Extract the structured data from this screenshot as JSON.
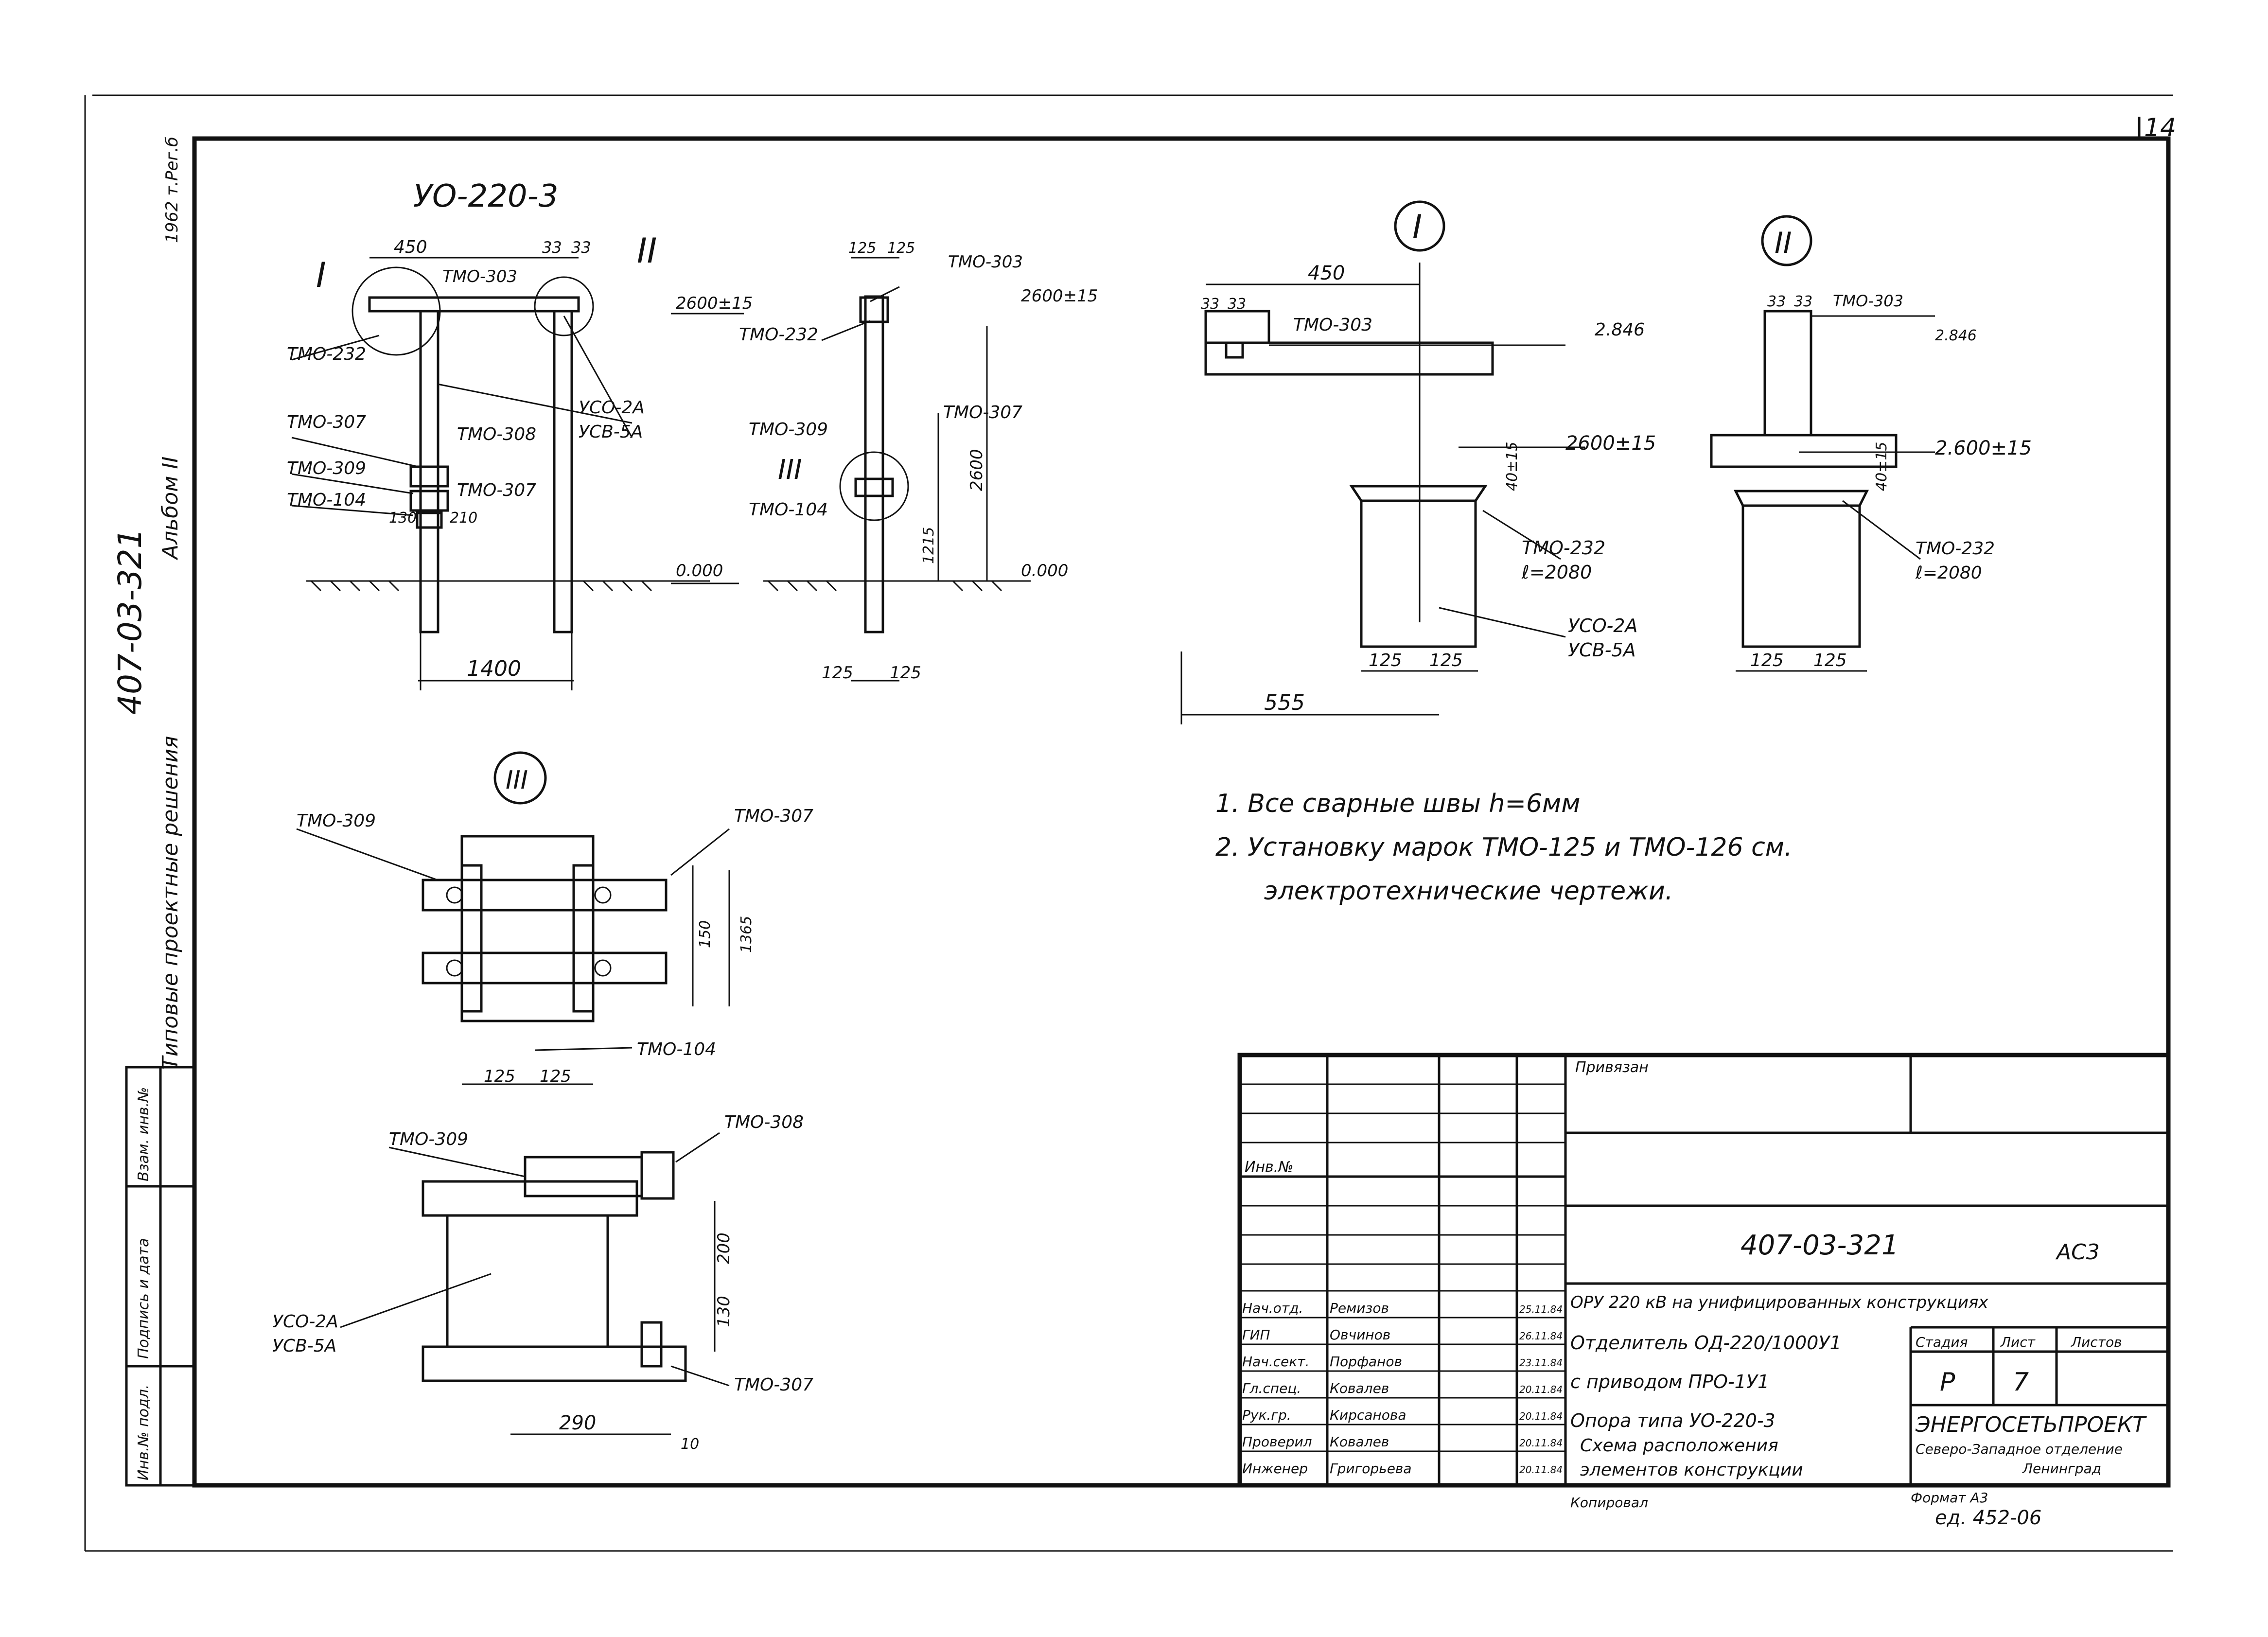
{
  "sheet_number": "14",
  "left_margin": {
    "project_code": "407-03-321",
    "album": "Альбом II",
    "typical": "Типовые проектные решения",
    "year": "1962 т.Рег.б"
  },
  "left_stamp": [
    "Инв.№ подл.",
    "Подпись и дата",
    "Взам. инв.№"
  ],
  "drawing_title": "УО-220-3",
  "main_view": {
    "labels": [
      "I",
      "II",
      "ТМО-303",
      "ТМО-232",
      "ТМО-307",
      "ТМО-309",
      "ТМО-104",
      "ТМО-308",
      "ТМО-307",
      "УСО-2А",
      "УСВ-5А"
    ],
    "dims": [
      "450",
      "33",
      "33",
      "2600±15",
      "130",
      "210",
      "0.000",
      "1400"
    ]
  },
  "side_view": {
    "labels": [
      "ТМО-303",
      "ТМО-232",
      "ТМО-309",
      "ТМО-104",
      "ТМО-307",
      "III"
    ],
    "dims": [
      "125",
      "125",
      "2600±15",
      "2600",
      "1215",
      "0.000",
      "125",
      "125"
    ]
  },
  "detail_I": {
    "marker": "I",
    "labels": [
      "ТМО-303",
      "ТМО-232",
      "ℓ=2080",
      "УСО-2А",
      "УСВ-5А"
    ],
    "dims": [
      "450",
      "33",
      "33",
      "2.846",
      "2600±15",
      "40±15",
      "125",
      "125",
      "555"
    ]
  },
  "detail_II": {
    "marker": "II",
    "labels": [
      "ТМО-303",
      "ТМО-232",
      "ℓ=2080"
    ],
    "dims": [
      "33",
      "33",
      "2.846",
      "2.600±15",
      "40±15",
      "125",
      "125"
    ]
  },
  "detail_III": {
    "marker": "III",
    "labels": [
      "ТМО-309",
      "ТМО-307",
      "ТМО-104"
    ],
    "dims": [
      "150",
      "1365",
      "125",
      "125"
    ]
  },
  "bottom_detail": {
    "labels": [
      "ТМО-309",
      "ТМО-308",
      "УСО-2А",
      "УСВ-5А",
      "ТМО-307"
    ],
    "dims": [
      "200",
      "130",
      "290",
      "10"
    ]
  },
  "notes": [
    "1.  Все сварные швы h=6мм",
    "2.  Установку марок ТМО-125 и ТМО-126 см.",
    "электротехнические чертежи."
  ],
  "title_block": {
    "attached": "Привязан",
    "inv": "Инв.№",
    "code": "407-03-321",
    "code_suffix": "АС3",
    "project_title": "ОРУ 220 кВ на унифицированных конструкциях",
    "object_1": "Отделитель ОД-220/1000У1",
    "object_2": "с приводом ПРО-1У1",
    "object_3": "Опора типа УО-220-3",
    "object_4": "Схема расположения",
    "object_5": "элементов конструкции",
    "stage_header": "Стадия",
    "sheet_header": "Лист",
    "sheets_header": "Листов",
    "stage": "Р",
    "sheet": "7",
    "org_name": "ЭНЕРГОСЕТЬПРОЕКТ",
    "org_dept": "Северо-Западное отделение",
    "org_city": "Ленинград",
    "roles": [
      "Нач.отд.",
      "ГИП",
      "Нач.сект.",
      "Гл.спец.",
      "Рук.гр.",
      "Проверил",
      "Инженер"
    ],
    "names": [
      "Ремизов",
      "Овчинов",
      "Порфанов",
      "Ковалев",
      "Кирсанова",
      "Ковалев",
      "Григорьева"
    ],
    "dates": [
      "25.11.84",
      "26.11.84",
      "23.11.84",
      "20.11.84",
      "20.11.84",
      "20.11.84",
      "20.11.84"
    ],
    "copied": "Копировал",
    "format": "Формат А3",
    "tracing_no": "ед. 452-06"
  }
}
